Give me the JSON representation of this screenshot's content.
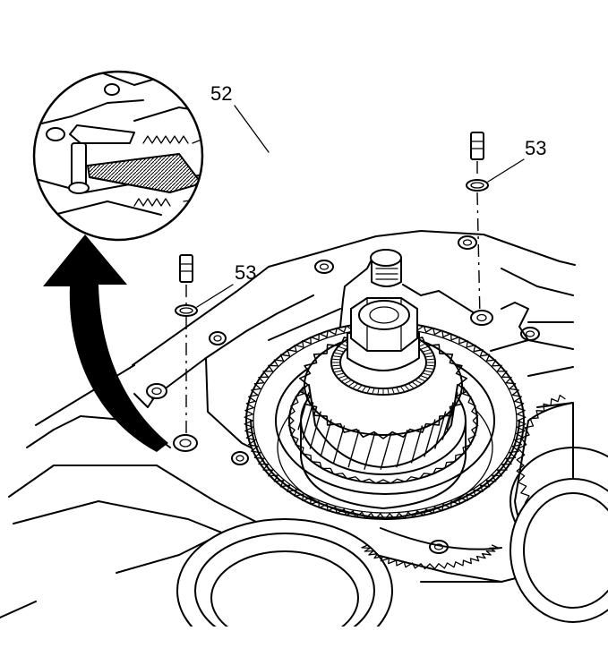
{
  "figure": {
    "callouts": {
      "tube": "52",
      "seal_right": "53",
      "seal_left": "53"
    }
  }
}
